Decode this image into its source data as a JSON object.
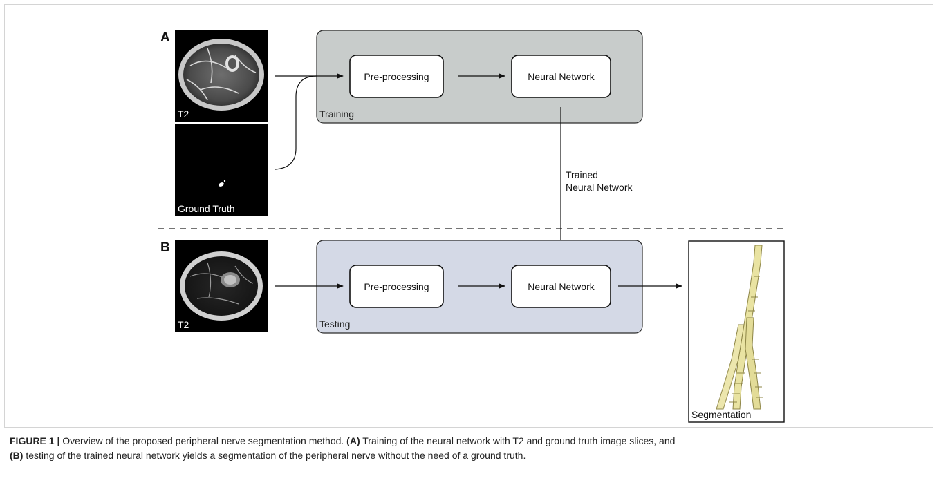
{
  "panels": {
    "a_label": "A",
    "b_label": "B"
  },
  "images": {
    "t2_train_label": "T2",
    "ground_truth_label": "Ground Truth",
    "t2_test_label": "T2",
    "segmentation_label": "Segmentation"
  },
  "training": {
    "region_label": "Training",
    "preprocessing_label": "Pre-processing",
    "network_label": "Neural Network"
  },
  "testing": {
    "region_label": "Testing",
    "preprocessing_label": "Pre-processing",
    "network_label": "Neural Network"
  },
  "trained_label": {
    "line1": "Trained",
    "line2": "Neural Network"
  },
  "colors": {
    "training_fill": "#c8cccb",
    "testing_fill": "#d4d9e6",
    "nerve_fill": "#e9e3a2",
    "nerve_stroke": "#8d8546"
  },
  "caption": {
    "figure_label": "FIGURE 1 |",
    "text_1": " Overview of the proposed peripheral nerve segmentation method. ",
    "panel_a": "(A)",
    "text_2": " Training of the neural network with T2 and ground truth image slices, and",
    "panel_b": "(B)",
    "text_3": " testing of the trained neural network yields a segmentation of the peripheral nerve without the need of a ground truth."
  }
}
